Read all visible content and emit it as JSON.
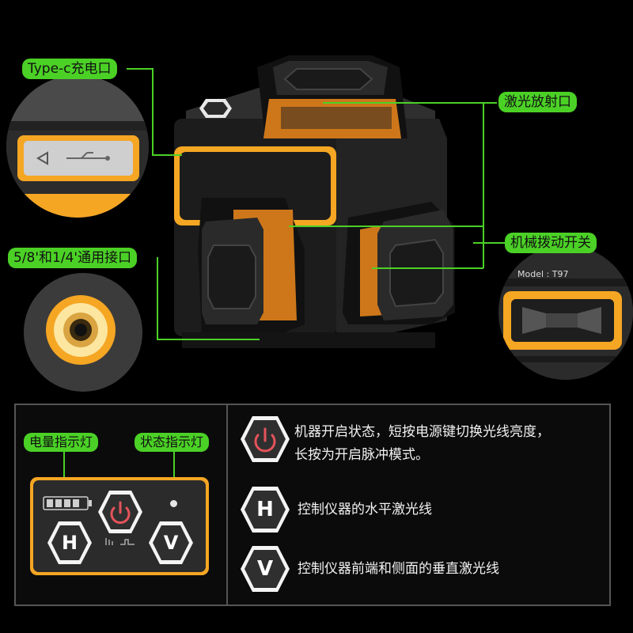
{
  "callouts": {
    "typec": "Type-c充电口",
    "laser_out": "激光放射口",
    "thread": "5/8'和1/4'通用接口",
    "switch": "机械拨动开关"
  },
  "switch_model": "Model : T97",
  "panel": {
    "battery_label": "电量指示灯",
    "status_label": "状态指示灯",
    "buttons": {
      "h": "H",
      "v": "V"
    },
    "items": [
      {
        "text_1": "机器开启状态，短按电源键切换光线亮度，",
        "text_2": "长按为开启脉冲模式。"
      },
      {
        "icon": "H",
        "text": "控制仪器的水平激光线"
      },
      {
        "icon": "V",
        "text": "控制仪器前端和侧面的垂直激光线"
      }
    ]
  },
  "colors": {
    "accent_green": "#4bd126",
    "device_orange": "#f5a623",
    "power_red": "#e5535a"
  }
}
